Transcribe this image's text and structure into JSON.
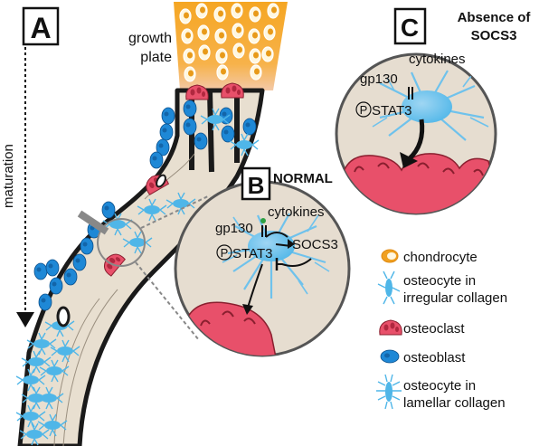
{
  "panels": {
    "a": "A",
    "b": "B",
    "c": "C"
  },
  "text": {
    "maturation": "maturation",
    "growth_plate_line1": "growth",
    "growth_plate_line2": "plate",
    "normal": "NORMAL",
    "absence_line1": "Absence of",
    "absence_line2": "SOCS3"
  },
  "zoom_b": {
    "cytokines": "cytokines",
    "gp130": "gp130",
    "p_symbol": "P",
    "stat3": "STAT3",
    "socs3": "SOCS3"
  },
  "zoom_c": {
    "cytokines": "cytokines",
    "gp130": "gp130",
    "p_symbol": "P",
    "stat3": "STAT3"
  },
  "legend": [
    {
      "id": "chondrocyte",
      "line1": "chondrocyte",
      "line2": ""
    },
    {
      "id": "osteocyte-irregular",
      "line1": "osteocyte in",
      "line2": "irregular collagen"
    },
    {
      "id": "osteoclast",
      "line1": "osteoclast",
      "line2": ""
    },
    {
      "id": "osteoblast",
      "line1": "osteoblast",
      "line2": ""
    },
    {
      "id": "osteocyte-lamellar",
      "line1": "osteocyte in",
      "line2": "lamellar collagen"
    }
  ],
  "colors": {
    "growth_plate": "#f5a623",
    "bone": "#e8dfd0",
    "osteoclast": "#e8506a",
    "osteoblast": "#1e88d6",
    "osteocyte": "#4fb6e8",
    "chondrocyte": "#f0a020",
    "outline": "#1a1a1a",
    "zoom_fill": "#e6ddd0",
    "green_dot": "#2ea043"
  }
}
